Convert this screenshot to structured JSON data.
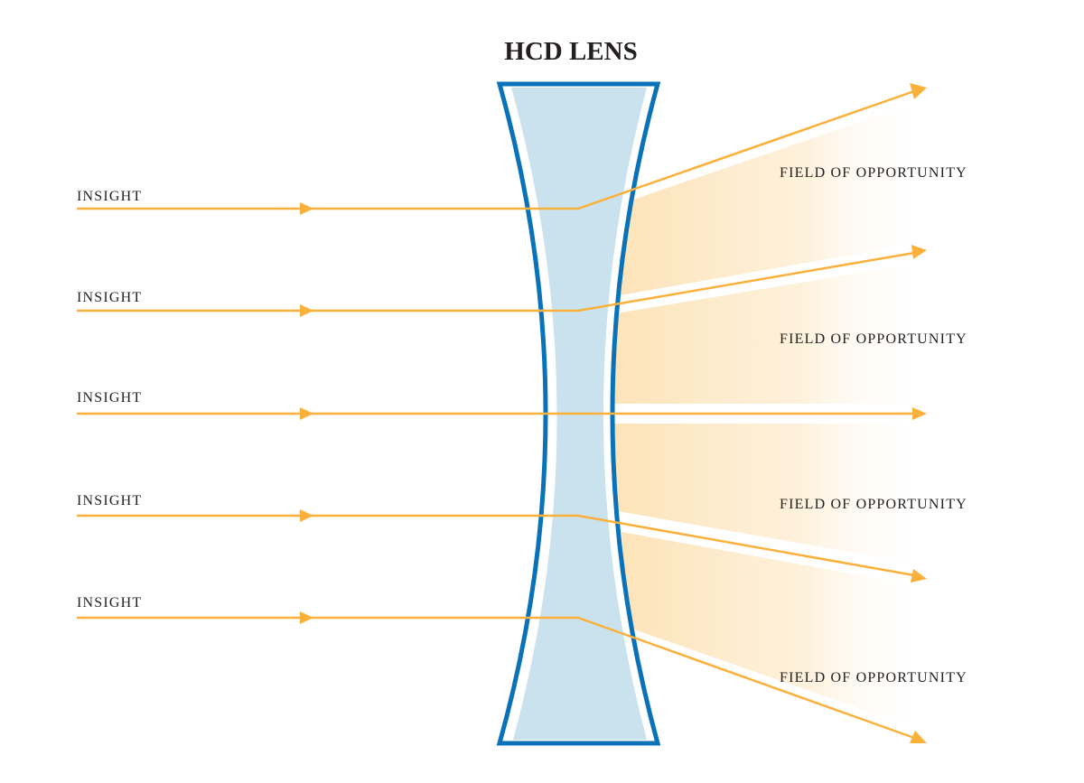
{
  "title": "HCD LENS",
  "inputs": [
    "INSIGHT",
    "INSIGHT",
    "INSIGHT",
    "INSIGHT",
    "INSIGHT"
  ],
  "outputs": [
    "FIELD OF OPPORTUNITY",
    "FIELD OF OPPORTUNITY",
    "FIELD OF OPPORTUNITY",
    "FIELD OF OPPORTUNITY"
  ],
  "colors": {
    "ray": "#fbb03b",
    "lens_border": "#0a72b8",
    "lens_fill": "#c9e2ee",
    "field": "#fde3b8"
  }
}
